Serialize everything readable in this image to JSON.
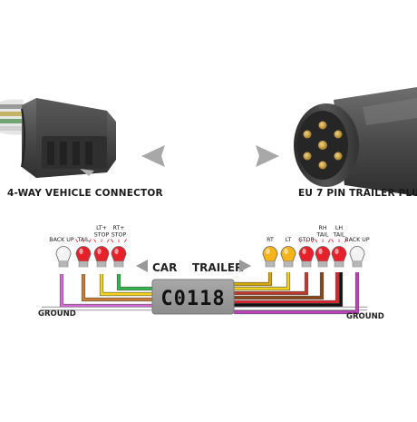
{
  "captions": {
    "left": "4-WAY VEHICLE CONNECTOR",
    "right": "EU 7 PIN TRAILER PLUG"
  },
  "module": {
    "label": "C0118",
    "car_label": "CAR",
    "trailer_label": "TRAILER"
  },
  "car_side": {
    "bulbs": [
      {
        "label": "BACK UP",
        "color": "#f2f2f2"
      },
      {
        "label": "TAIL",
        "color": "#e8202a"
      },
      {
        "label": "LT+\nSTOP",
        "color": "#e8202a"
      },
      {
        "label": "RT+\nSTOP",
        "color": "#e8202a"
      }
    ],
    "ground_label": "GROUND"
  },
  "trailer_side": {
    "bulbs": [
      {
        "label": "RT",
        "color": "#f5b41c"
      },
      {
        "label": "LT",
        "color": "#f5b41c"
      },
      {
        "label": "STOP",
        "color": "#e8202a"
      },
      {
        "label": "RH\nTAIL",
        "color": "#e8202a"
      },
      {
        "label": "LH\nTAIL",
        "color": "#e8202a"
      },
      {
        "label": "BACK UP",
        "color": "#f2f2f2"
      }
    ],
    "ground_label": "GROUND"
  },
  "wire_colors": {
    "car": [
      "#d86ad8",
      "#c97b32",
      "#f2d21a",
      "#2db84a",
      "#ffffff"
    ],
    "trailer": [
      "#d8a800",
      "#f2d21a",
      "#c0392b",
      "#8b4513",
      "#e8202a",
      "#111111",
      "#ffffff",
      "#c040c0"
    ]
  },
  "icons": [
    "vehicle-connector-icon",
    "trailer-plug-icon",
    "arrow-left-icon",
    "arrow-right-icon",
    "bulb-icon"
  ]
}
